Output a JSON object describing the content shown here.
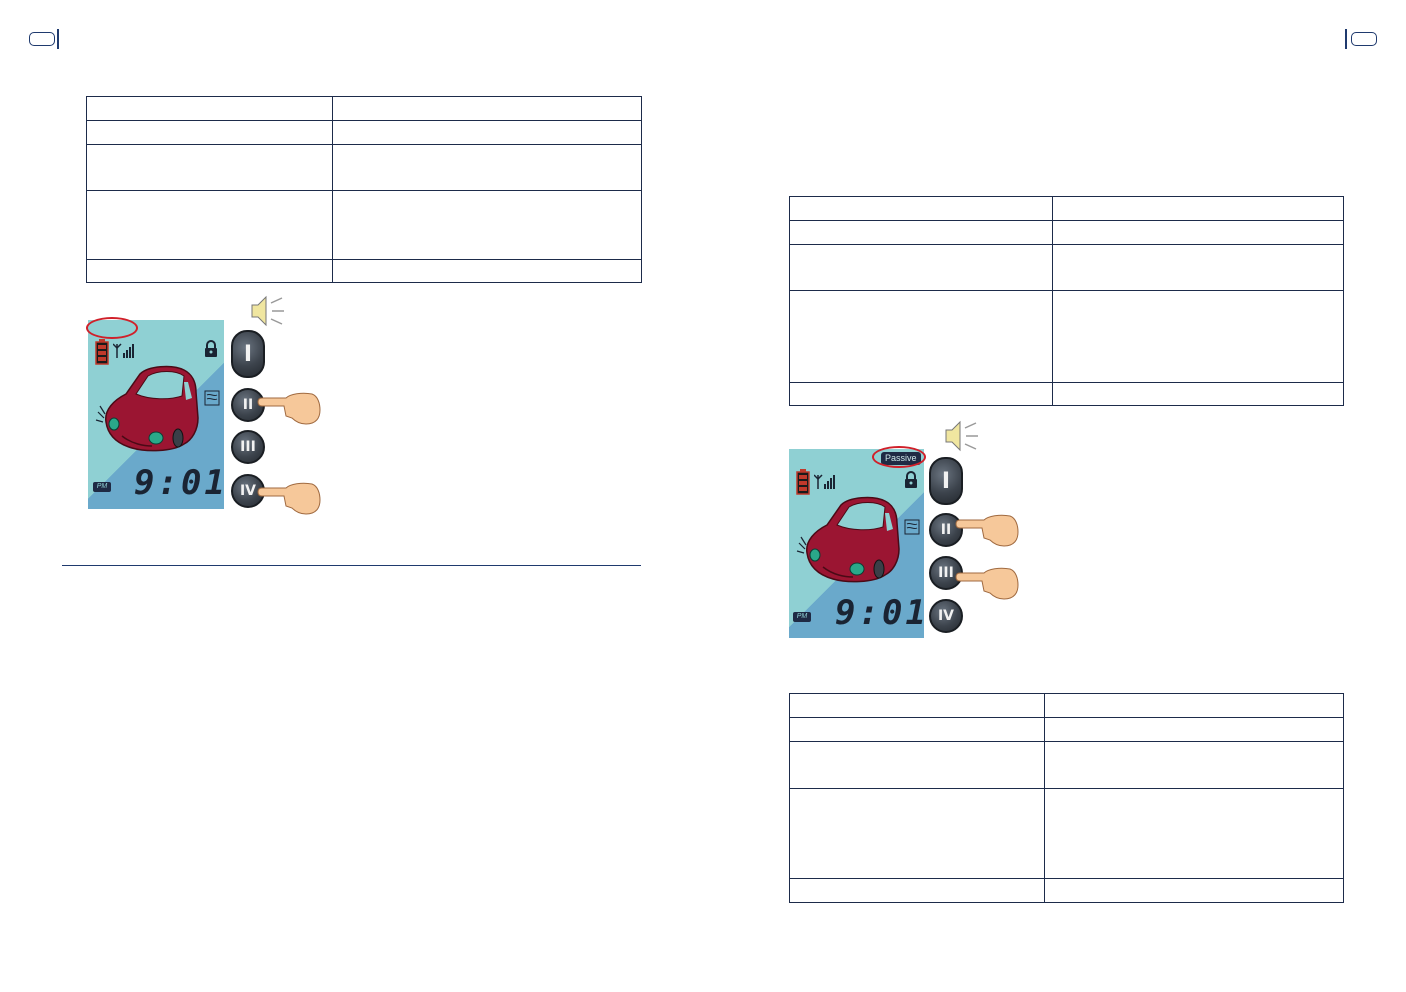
{
  "figure_left": {
    "clock": "9:01",
    "pm_label": "PM",
    "keys": [
      "I",
      "II",
      "III",
      "IV"
    ]
  },
  "figure_right": {
    "clock": "9:01",
    "pm_label": "PM",
    "passive_label": "Passive",
    "keys": [
      "I",
      "II",
      "III",
      "IV"
    ]
  },
  "colors": {
    "lcd_teal": "#8fd0d3",
    "lcd_blue": "#6aa9cb",
    "car_body": "#9b1532",
    "highlight_red": "#d0202a",
    "rule_navy": "#1f3a6e"
  },
  "icons": [
    "battery-icon",
    "signal-icon",
    "lock-icon",
    "speaker-icon",
    "finger-icon",
    "car-icon",
    "shock-sensor-icon"
  ]
}
